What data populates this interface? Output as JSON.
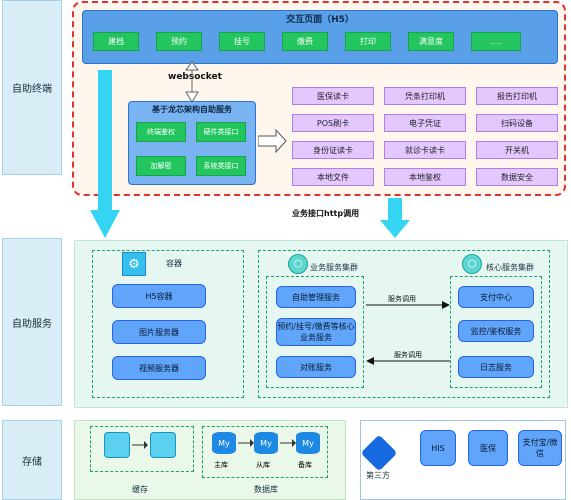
{
  "rows": {
    "terminal": "自助终端",
    "service": "自助服务",
    "storage": "存储"
  },
  "h5": {
    "title": "交互页面（H5）",
    "buttons": [
      "建档",
      "预约",
      "挂号",
      "缴费",
      "打印",
      "满意度",
      "....."
    ]
  },
  "websocket": "websocket",
  "selfservice": {
    "title": "基于龙芯架构自助服务",
    "blocks": [
      "终端鉴权",
      "硬件类接口",
      "加解密",
      "系统类接口"
    ]
  },
  "devices": [
    "医保读卡",
    "凭条打印机",
    "报告打印机",
    "POS刷卡",
    "电子凭证",
    "扫码设备",
    "身份证读卡",
    "就诊卡读卡",
    "开关机",
    "本地文件",
    "本地鉴权",
    "数据安全"
  ],
  "http_label": "业务接口http调用",
  "container": {
    "title": "容器",
    "items": [
      "H5容器",
      "图片服务器",
      "视频服务器"
    ]
  },
  "business_cluster": {
    "title": "业务服务集群",
    "items": [
      "自助管理服务",
      "预约/挂号/缴费等核心业务服务",
      "对账服务"
    ]
  },
  "core_cluster": {
    "title": "核心服务集群",
    "items": [
      "支付中心",
      "监控/鉴权服务",
      "日志服务"
    ]
  },
  "service_call_1": "服务调用",
  "service_call_2": "服务调用",
  "cache": {
    "label": "缓存"
  },
  "database": {
    "label": "数据库",
    "items": [
      {
        "sub": "主库"
      },
      {
        "sub": "从库"
      },
      {
        "sub": "备库"
      }
    ]
  },
  "third_party": {
    "label": "第三方",
    "items": [
      "HIS",
      "医保",
      "支付宝/微信"
    ]
  }
}
